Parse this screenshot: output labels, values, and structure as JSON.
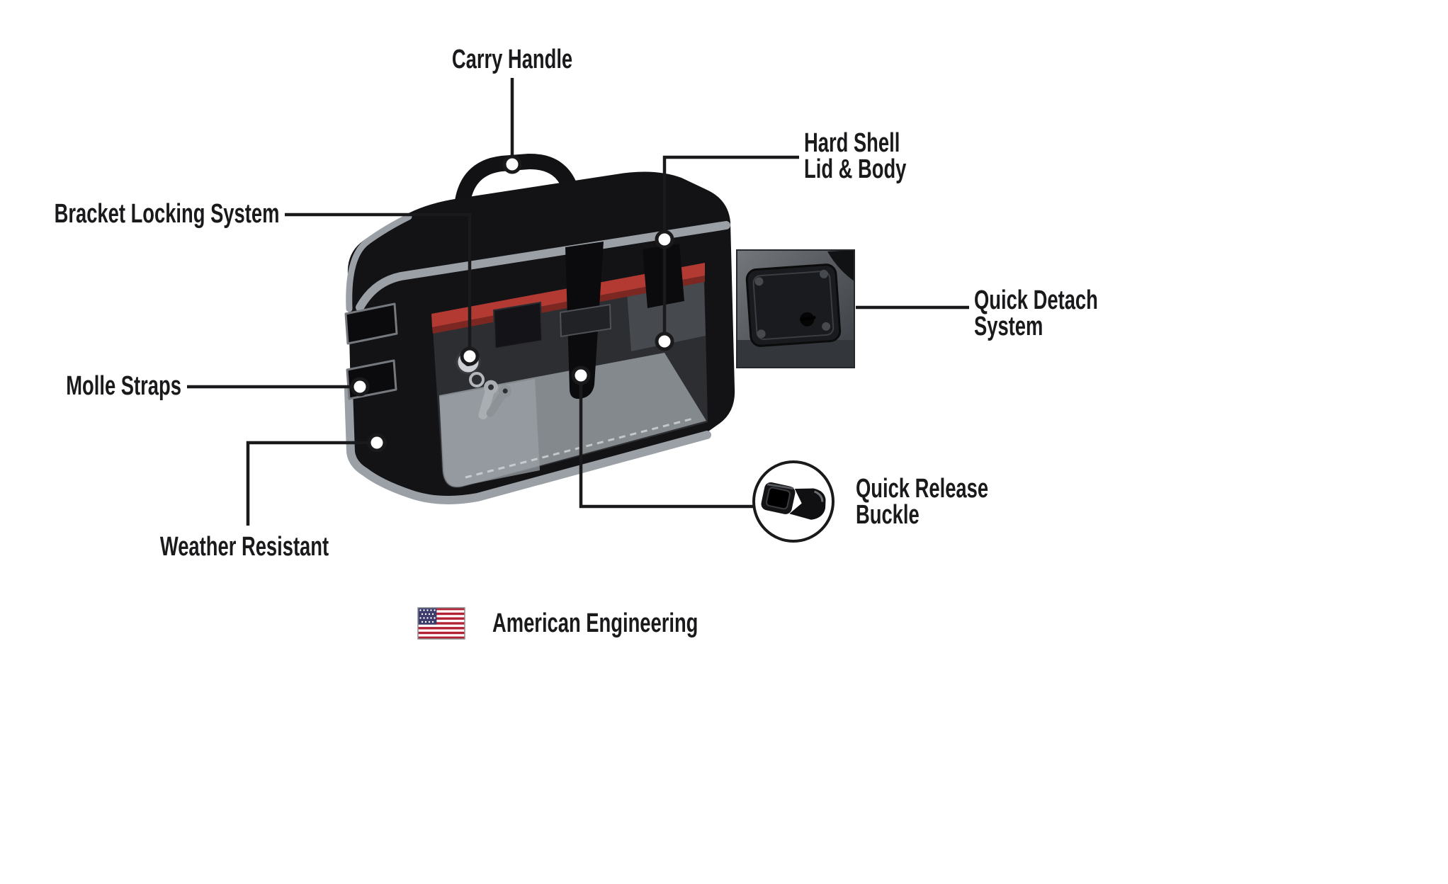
{
  "callouts": {
    "carry_handle": {
      "label": "Carry Handle"
    },
    "hard_shell": {
      "line1": "Hard Shell",
      "line2": "Lid & Body"
    },
    "bracket_locking": {
      "label": "Bracket Locking System"
    },
    "quick_detach": {
      "line1": "Quick Detach",
      "line2": "System"
    },
    "molle_straps": {
      "label": "Molle Straps"
    },
    "weather_resistant": {
      "label": "Weather Resistant"
    },
    "quick_release": {
      "line1": "Quick Release",
      "line2": "Buckle"
    }
  },
  "footer": {
    "label": "American Engineering"
  },
  "icons": {
    "flag": "us-flag-icon",
    "quick_detach_inset": "quick-detach-photo",
    "quick_release_inset": "quick-release-buckle-photo"
  },
  "colors": {
    "background": "#ffffff",
    "text": "#1a1a1c",
    "callout_line": "#1a1a1c",
    "bag_black": "#131316",
    "trim_gray": "#9aa0a5",
    "panel_gray": "#2c2e32",
    "accent_red": "#b23a32",
    "flag_blue": "#3c3b6e",
    "flag_red": "#b22234"
  }
}
